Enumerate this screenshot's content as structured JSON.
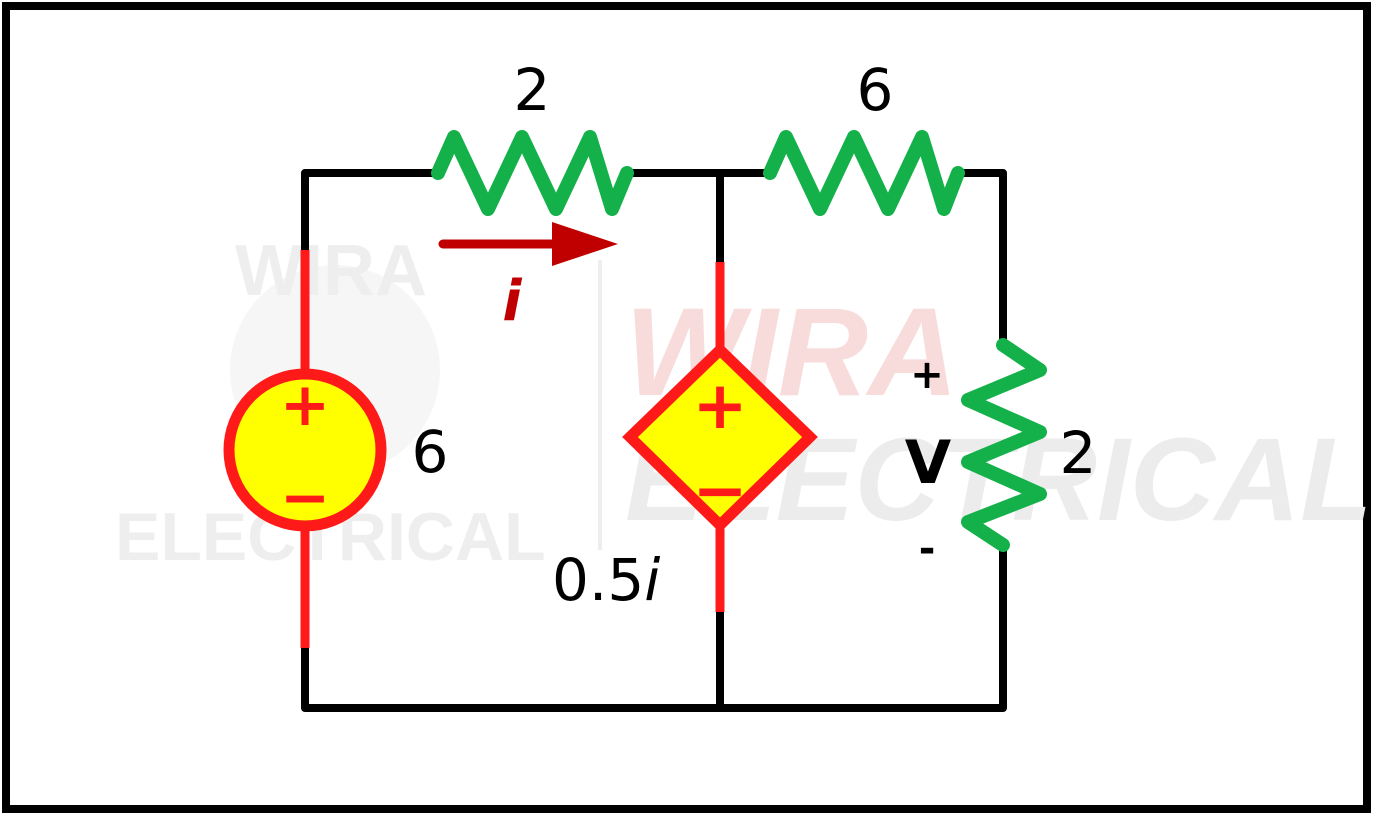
{
  "watermark": {
    "top_word": "WIRA",
    "bottom_word": "ELECTRICAL"
  },
  "components": {
    "r_top_left": {
      "value": "2"
    },
    "r_top_right": {
      "value": "6"
    },
    "r_right": {
      "value": "2"
    },
    "voltage_source": {
      "value": "6",
      "plus": "+",
      "minus": "−"
    },
    "dependent_source": {
      "value_number": "0.5",
      "value_var": "i",
      "plus": "+",
      "minus": "−"
    }
  },
  "current": {
    "label": "i"
  },
  "voltage": {
    "label": "V",
    "plus": "+",
    "minus": "-"
  },
  "colors": {
    "wire": "#000000",
    "source": "#ff1a1a",
    "source_fill": "#ffff00",
    "resistor": "#14b14b",
    "arrow": "#c00000",
    "watermark": "#ececec"
  }
}
